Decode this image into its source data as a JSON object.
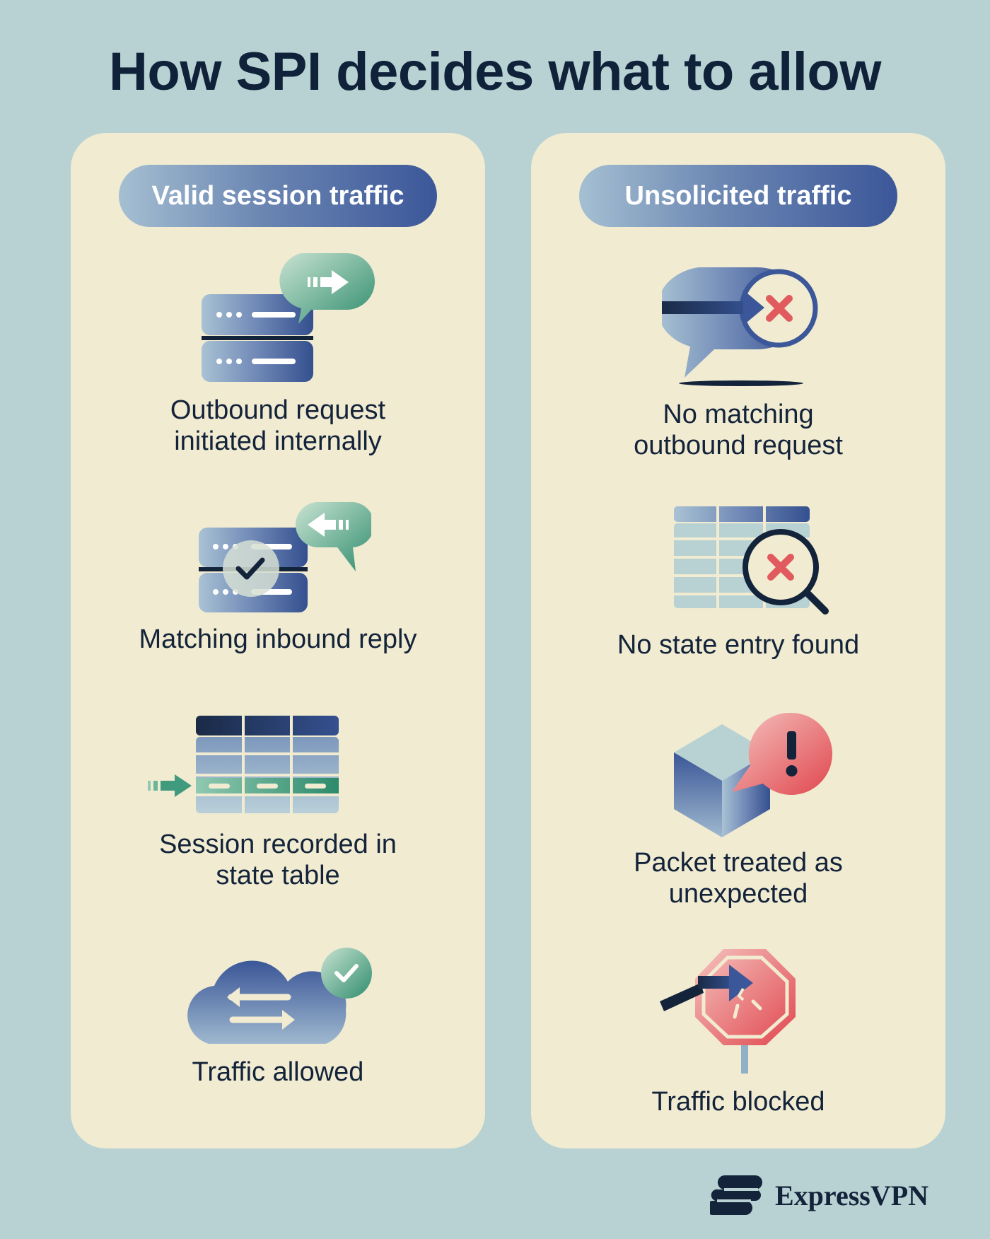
{
  "title": "How SPI decides what to allow",
  "columns": [
    {
      "heading": "Valid session traffic",
      "items": [
        {
          "label": "Outbound request\ninitiated internally",
          "icon": "server-outbound-icon"
        },
        {
          "label": "Matching inbound reply",
          "icon": "server-inbound-check-icon"
        },
        {
          "label": "Session recorded in\nstate table",
          "icon": "state-table-record-icon"
        },
        {
          "label": "Traffic allowed",
          "icon": "cloud-allowed-icon"
        }
      ]
    },
    {
      "heading": "Unsolicited traffic",
      "items": [
        {
          "label": "No matching\noutbound request",
          "icon": "speech-bubble-reject-icon"
        },
        {
          "label": "No state entry found",
          "icon": "table-search-reject-icon"
        },
        {
          "label": "Packet treated as\nunexpected",
          "icon": "packet-warning-icon"
        },
        {
          "label": "Traffic blocked",
          "icon": "stop-sign-blocked-icon"
        }
      ]
    }
  ],
  "brand": {
    "name": "ExpressVPN",
    "icon": "expressvpn-logo-icon"
  },
  "colors": {
    "background": "#b8d2d3",
    "panel": "#f1ebd1",
    "navy": "#13233a",
    "blue": "#3b5799",
    "green": "#3f9a7e",
    "red": "#e05a5e"
  }
}
